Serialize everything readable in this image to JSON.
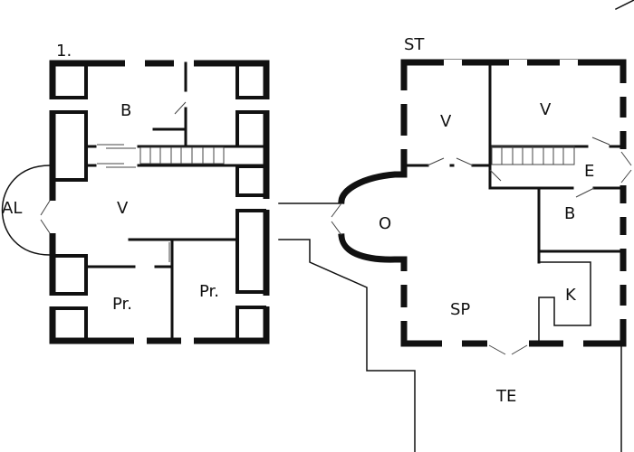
{
  "plans": [
    {
      "title": "1.",
      "rooms": [
        "B",
        "V",
        "AL",
        "Pr.",
        "Pr."
      ]
    },
    {
      "title": "ST",
      "rooms": [
        "V",
        "V",
        "E",
        "O",
        "B",
        "SP",
        "K",
        "TE"
      ]
    }
  ],
  "colors": {
    "wall": "#111111",
    "background": "#ffffff"
  }
}
